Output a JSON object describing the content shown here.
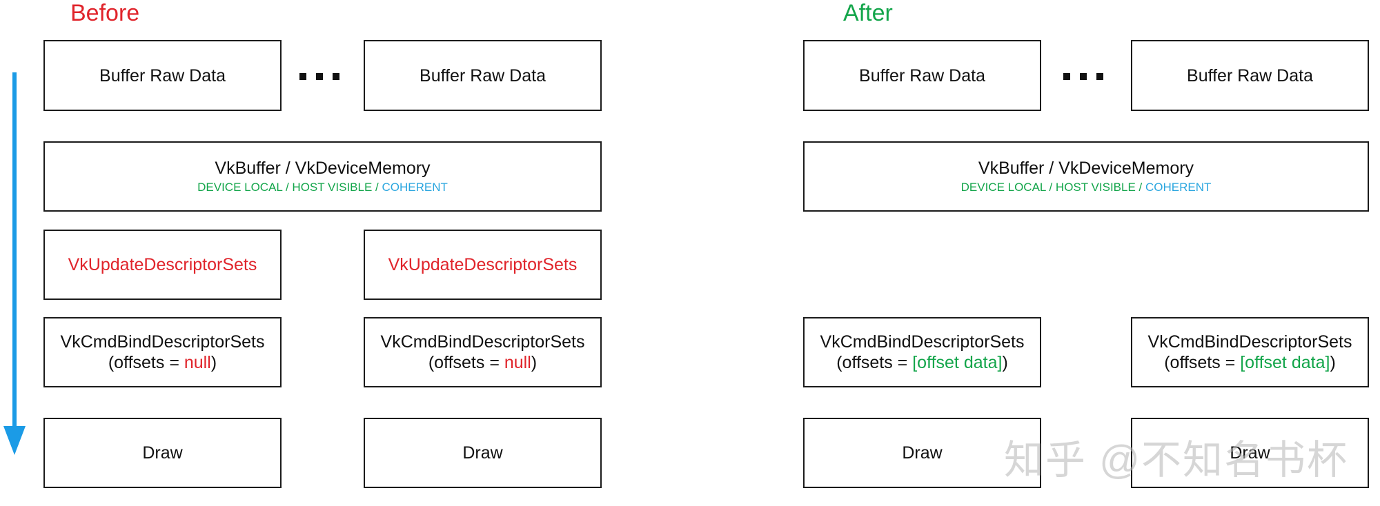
{
  "labels": {
    "before": "Before",
    "after": "After"
  },
  "before": {
    "raw_a": "Buffer Raw Data",
    "raw_b": "Buffer Raw Data",
    "vkbuffer": {
      "title": "VkBuffer / VkDeviceMemory",
      "flags_green": "DEVICE LOCAL / HOST VISIBLE / ",
      "flags_blue": "COHERENT"
    },
    "update_a": "VkUpdateDescriptorSets",
    "update_b": "VkUpdateDescriptorSets",
    "bind_a": {
      "title": "VkCmdBindDescriptorSets",
      "prefix": "(offsets = ",
      "value": "null",
      "suffix": ")"
    },
    "bind_b": {
      "title": "VkCmdBindDescriptorSets",
      "prefix": "(offsets = ",
      "value": "null",
      "suffix": ")"
    },
    "draw_a": "Draw",
    "draw_b": "Draw"
  },
  "after": {
    "raw_a": "Buffer Raw Data",
    "raw_b": "Buffer Raw Data",
    "vkbuffer": {
      "title": "VkBuffer / VkDeviceMemory",
      "flags_green": "DEVICE LOCAL / HOST VISIBLE / ",
      "flags_blue": "COHERENT"
    },
    "bind_a": {
      "title": "VkCmdBindDescriptorSets",
      "prefix": "(offsets = ",
      "value": "[offset data]",
      "suffix": ")"
    },
    "bind_b": {
      "title": "VkCmdBindDescriptorSets",
      "prefix": "(offsets = ",
      "value": "[offset data]",
      "suffix": ")"
    },
    "draw_a": "Draw",
    "draw_b": "Draw"
  },
  "watermark": "知乎 @不知名书杯",
  "colors": {
    "red": "#e0242b",
    "green": "#13a54a",
    "blue": "#2aa6df",
    "arrow": "#1b9be6"
  }
}
